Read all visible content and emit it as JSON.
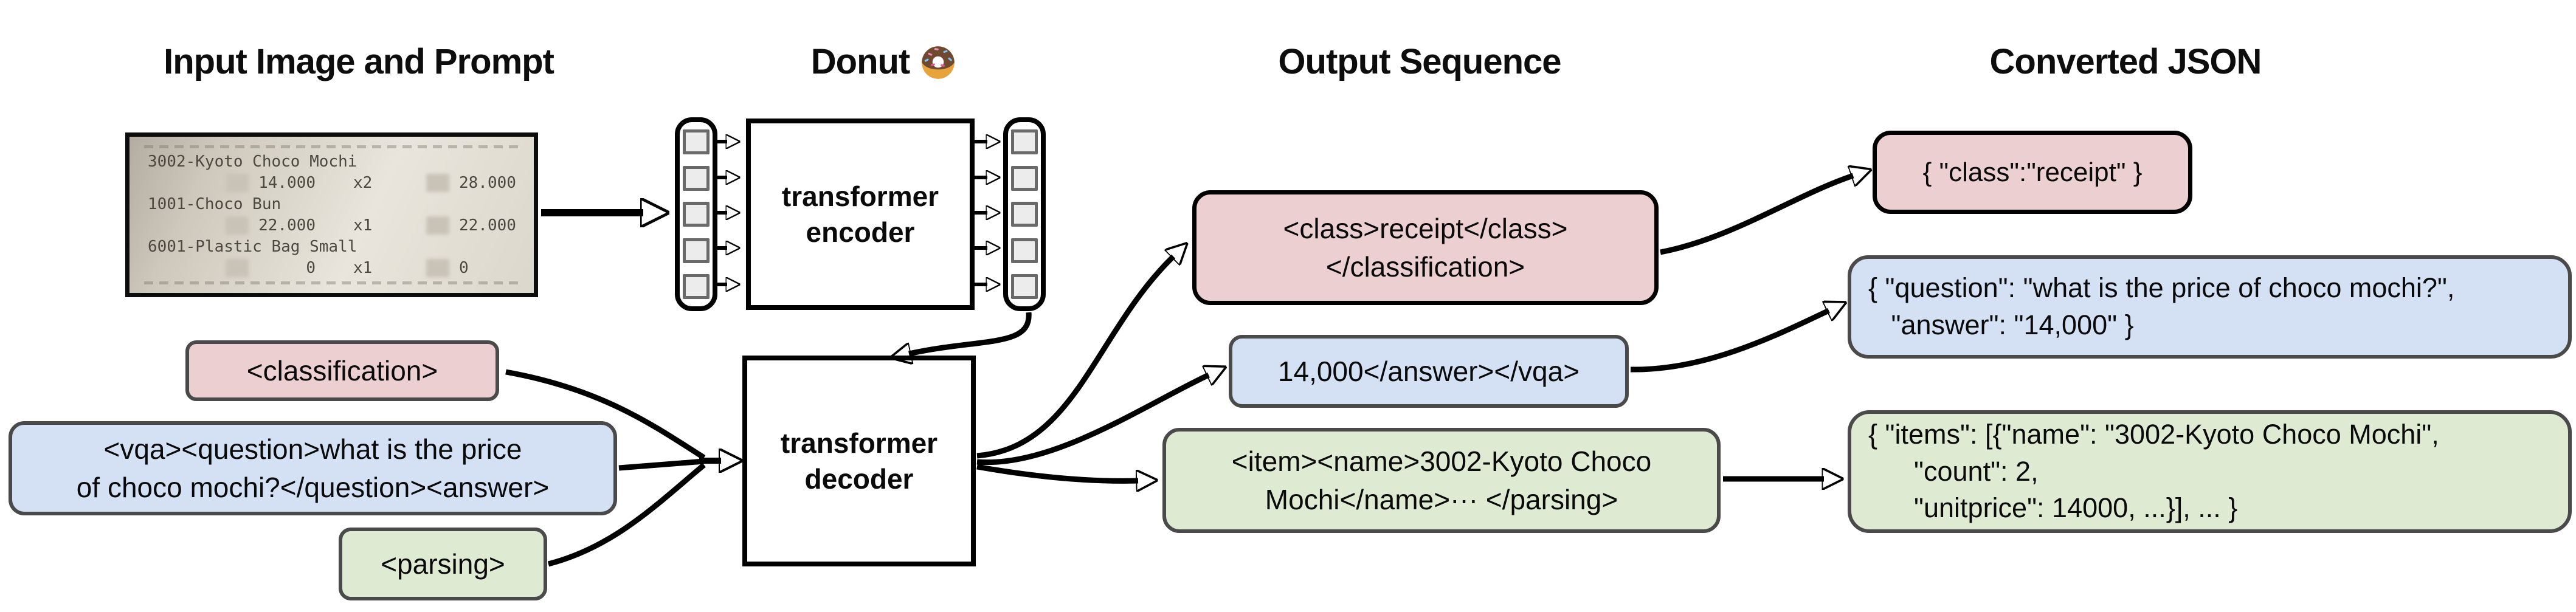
{
  "figure": {
    "column_titles": {
      "input": "Input Image and Prompt",
      "model": "Donut",
      "output": "Output Sequence",
      "json": "Converted JSON"
    }
  },
  "receipt": {
    "items": [
      {
        "name": "3002-Kyoto Choco Mochi",
        "price": "14.000",
        "qty": "x2",
        "total": "28.000"
      },
      {
        "name": "1001-Choco Bun",
        "price": "22.000",
        "qty": "x1",
        "total": "22.000"
      },
      {
        "name": "6001-Plastic Bag Small",
        "price": "0",
        "qty": "x1",
        "total": "0"
      }
    ]
  },
  "model": {
    "encoder": {
      "line1": "transformer",
      "line2": "encoder"
    },
    "decoder": {
      "line1": "transformer",
      "line2": "decoder"
    }
  },
  "prompts": {
    "classification": {
      "text": "<classification>"
    },
    "vqa": {
      "line1": "<vqa><question>what is the price",
      "line2": "of choco mochi?</question><answer>"
    },
    "parsing": {
      "text": "<parsing>"
    }
  },
  "outputs": {
    "classification": {
      "line1": "<class>receipt</class>",
      "line2": "</classification>"
    },
    "vqa": {
      "text": "14,000</answer></vqa>"
    },
    "parsing": {
      "line1": "<item><name>3002-Kyoto Choco",
      "line2": "Mochi</name>··· </parsing>"
    }
  },
  "converted_json": {
    "classification": {
      "line1": "{ \"class\":\"receipt\" }"
    },
    "vqa": {
      "line1": "{ \"question\": \"what is the price of choco mochi?\",",
      "line2": "   \"answer\": \"14,000\" }"
    },
    "parsing": {
      "line1": "{ \"items\": [{\"name\": \"3002-Kyoto Choco Mochi\",",
      "line2": "      \"count\": 2,",
      "line3": "      \"unitprice\": 14000, ...}], ... }"
    }
  },
  "colors": {
    "classification_fill": "#ecd0d1",
    "vqa_fill": "#d4e1f4",
    "parsing_fill": "#dfead3",
    "box_border_gray": "#4a4a4a",
    "box_border_black": "#000000",
    "token_fill": "#ececec"
  }
}
